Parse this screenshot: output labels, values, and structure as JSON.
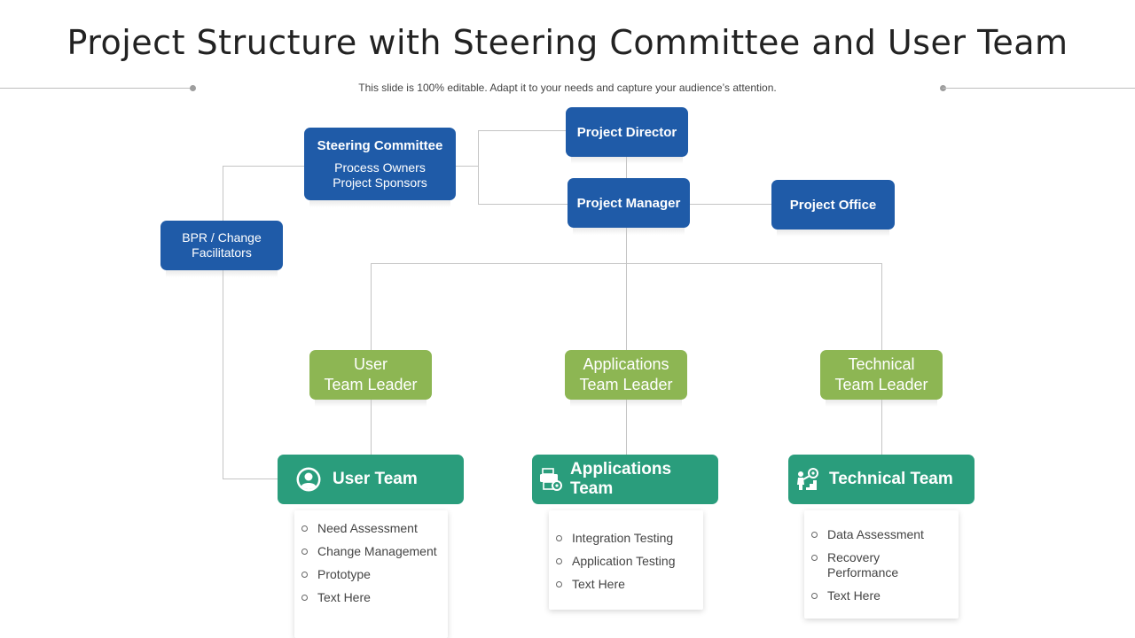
{
  "title": "Project Structure with Steering Committee and User Team",
  "subtitle": "This slide is 100% editable. Adapt it to your needs and capture your audience’s attention.",
  "steering": {
    "title": "Steering Committee",
    "line1": "Process Owners",
    "line2": "Project Sponsors"
  },
  "director": "Project Director",
  "manager": "Project Manager",
  "office": "Project Office",
  "bpr": {
    "line1": "BPR / Change",
    "line2": "Facilitators"
  },
  "leaders": [
    {
      "line1": "User",
      "line2": "Team Leader"
    },
    {
      "line1": "Applications",
      "line2": "Team Leader"
    },
    {
      "line1": "Technical",
      "line2": "Team Leader"
    }
  ],
  "teams": [
    {
      "line1": "User Team",
      "line2": "",
      "icon": "user-icon"
    },
    {
      "line1": "Applications",
      "line2": "Team",
      "icon": "printer-gear-icon"
    },
    {
      "line1": "Technical Team",
      "line2": "",
      "icon": "person-gear-icon"
    }
  ],
  "lists": [
    [
      "Need Assessment",
      "Change Management",
      "Prototype",
      "Text Here"
    ],
    [
      "Integration Testing",
      "Application Testing",
      "Text Here"
    ],
    [
      "Data Assessment",
      "Recovery Performance",
      "Text Here"
    ]
  ],
  "colors": {
    "blue": "#1f5ba8",
    "leader_green": "#8db653",
    "team_teal": "#2a9d7c"
  }
}
